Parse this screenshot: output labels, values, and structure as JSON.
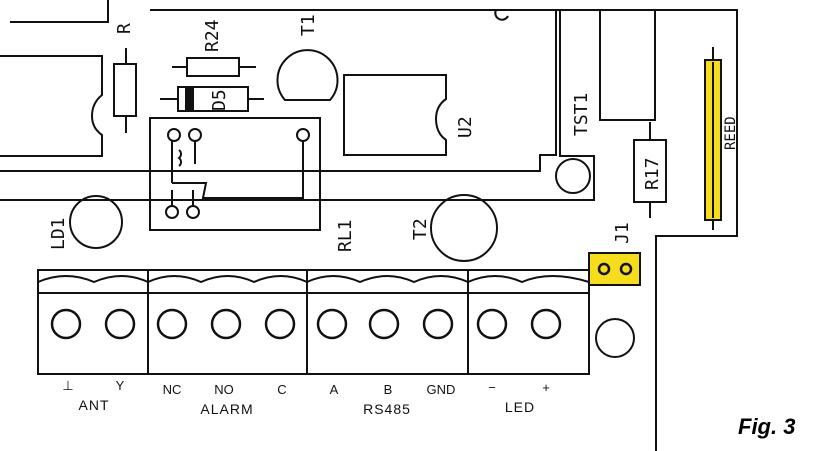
{
  "figure": {
    "caption": "Fig. 3"
  },
  "components": {
    "R_top": "R",
    "R24": "R24",
    "T1": "T1",
    "D5": "D5",
    "U2": "U2",
    "TST1": "TST1",
    "R17": "R17",
    "REED": "REED",
    "LD1": "LD1",
    "RL1": "RL1",
    "T2": "T2",
    "J1": "J1"
  },
  "terminals": {
    "pins": [
      "⊥",
      "Y",
      "NC",
      "NO",
      "C",
      "A",
      "B",
      "GND",
      "−",
      "+"
    ],
    "groups": [
      "ANT",
      "ALARM",
      "RS485",
      "LED"
    ]
  },
  "colors": {
    "ink": "#111111",
    "jumper_fill": "#f5dd1e",
    "reed_fill": "#f5dd1e"
  }
}
